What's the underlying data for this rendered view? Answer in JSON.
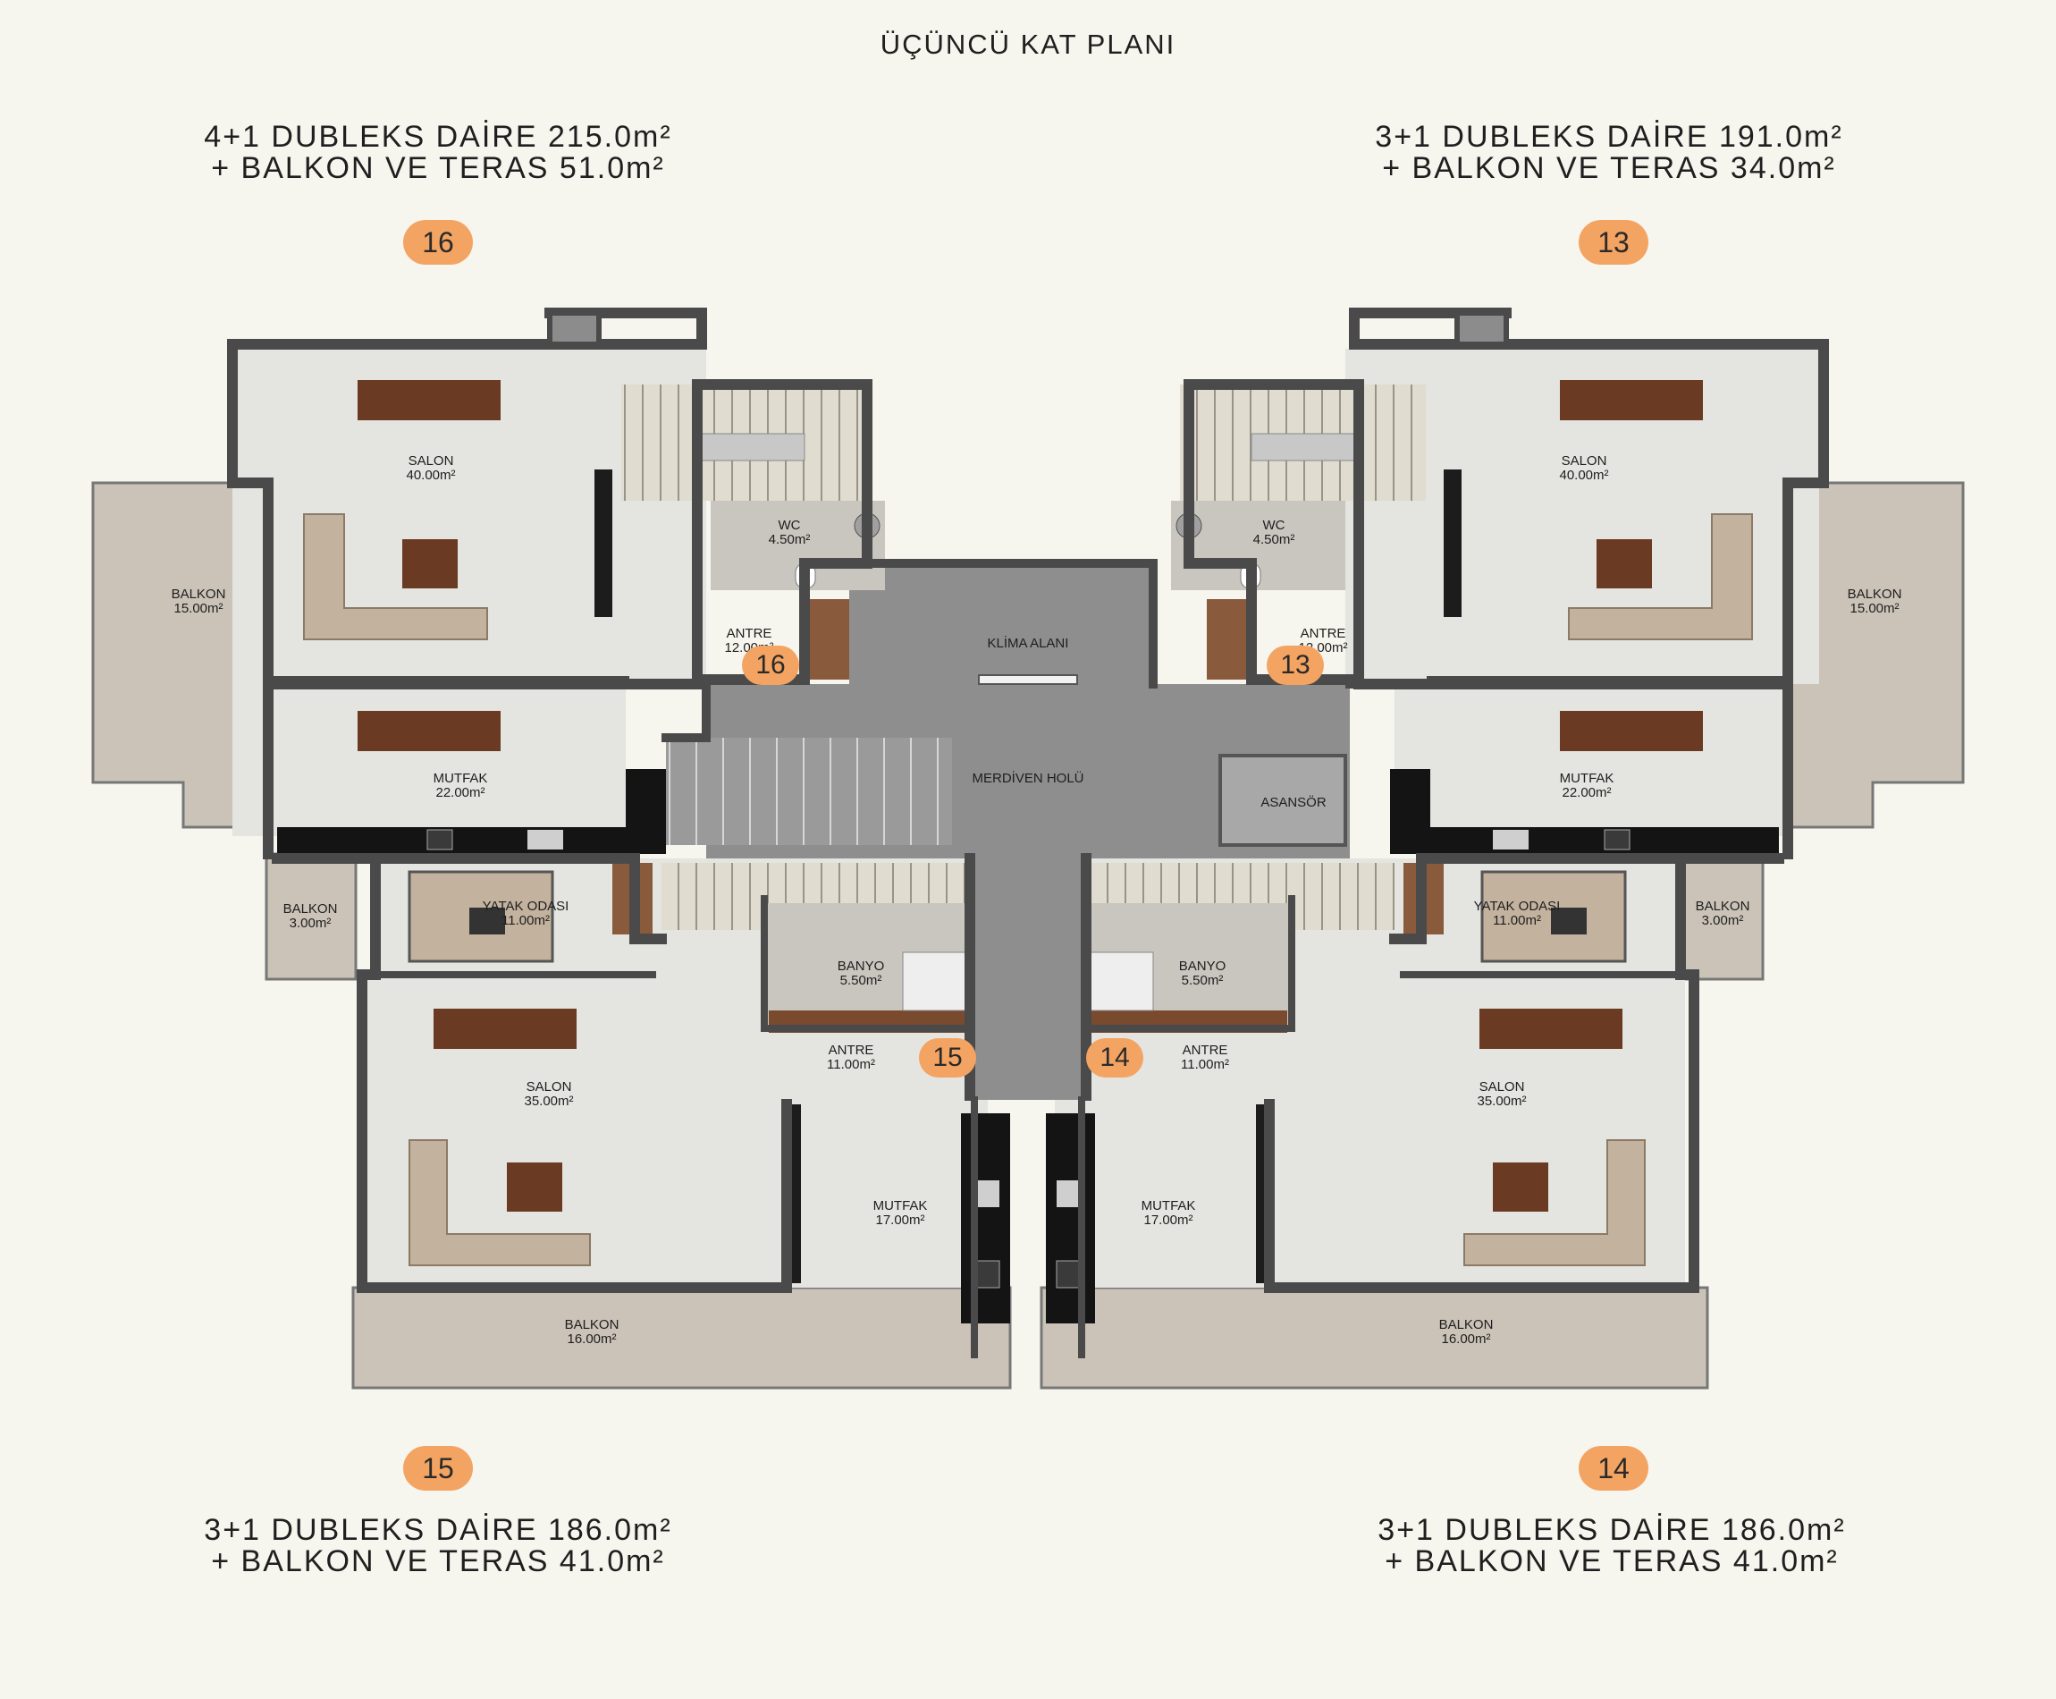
{
  "page_title": "ÜÇÜNCÜ KAT PLANI",
  "units": {
    "u16": {
      "number": "16",
      "line1": "4+1 DUBLEKS DAİRE 215.0m²",
      "line2": "+ BALKON VE TERAS 51.0m²"
    },
    "u13": {
      "number": "13",
      "line1": "3+1 DUBLEKS DAİRE 191.0m²",
      "line2": "+ BALKON VE TERAS 34.0m²"
    },
    "u15": {
      "number": "15",
      "line1": "3+1 DUBLEKS DAİRE 186.0m²",
      "line2": "+ BALKON VE TERAS 41.0m²"
    },
    "u14": {
      "number": "14",
      "line1": "3+1 DUBLEKS DAİRE 186.0m²",
      "line2": "+ BALKON VE TERAS 41.0m²"
    }
  },
  "rooms": {
    "u16_salon": {
      "name": "SALON",
      "area": "40.00m²"
    },
    "u16_wc": {
      "name": "WC",
      "area": "4.50m²"
    },
    "u16_balkon": {
      "name": "BALKON",
      "area": "15.00m²"
    },
    "u16_antre": {
      "name": "ANTRE",
      "area": "12.00m²"
    },
    "u16_mutfak": {
      "name": "MUTFAK",
      "area": "22.00m²"
    },
    "u13_salon": {
      "name": "SALON",
      "area": "40.00m²"
    },
    "u13_wc": {
      "name": "WC",
      "area": "4.50m²"
    },
    "u13_balkon": {
      "name": "BALKON",
      "area": "15.00m²"
    },
    "u13_antre": {
      "name": "ANTRE",
      "area": "12.00m²"
    },
    "u13_mutfak": {
      "name": "MUTFAK",
      "area": "22.00m²"
    },
    "klima": {
      "name": "KLİMA ALANI"
    },
    "merdiven": {
      "name": "MERDİVEN HOLÜ"
    },
    "asansor": {
      "name": "ASANSÖR"
    },
    "u15_balkon_s": {
      "name": "BALKON",
      "area": "3.00m²"
    },
    "u15_yatak": {
      "name": "YATAK ODASI",
      "area": "11.00m²"
    },
    "u15_banyo": {
      "name": "BANYO",
      "area": "5.50m²"
    },
    "u15_antre": {
      "name": "ANTRE",
      "area": "11.00m²"
    },
    "u15_salon": {
      "name": "SALON",
      "area": "35.00m²"
    },
    "u15_mutfak": {
      "name": "MUTFAK",
      "area": "17.00m²"
    },
    "u15_balkon": {
      "name": "BALKON",
      "area": "16.00m²"
    },
    "u14_balkon_s": {
      "name": "BALKON",
      "area": "3.00m²"
    },
    "u14_yatak": {
      "name": "YATAK ODASI",
      "area": "11.00m²"
    },
    "u14_banyo": {
      "name": "BANYO",
      "area": "5.50m²"
    },
    "u14_antre": {
      "name": "ANTRE",
      "area": "11.00m²"
    },
    "u14_salon": {
      "name": "SALON",
      "area": "35.00m²"
    },
    "u14_mutfak": {
      "name": "MUTFAK",
      "area": "17.00m²"
    },
    "u14_balkon": {
      "name": "BALKON",
      "area": "16.00m²"
    }
  },
  "colors": {
    "badge": "#f4a462",
    "wall": "#4a4a4a",
    "floor": "#e4e4e0",
    "balcony": "#cbc3b8",
    "hall": "#8e8e8e",
    "counter": "#141414",
    "wood": "#6b3a22"
  }
}
